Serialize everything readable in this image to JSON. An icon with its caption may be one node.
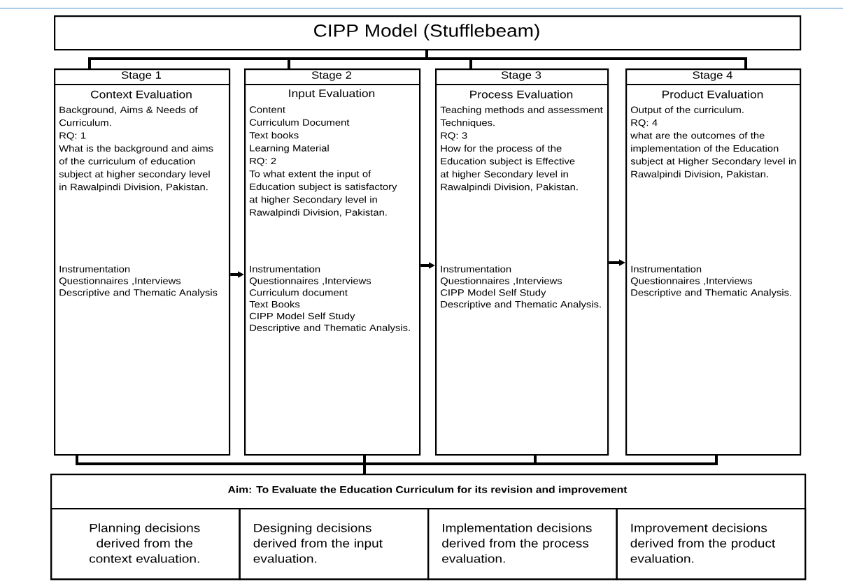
{
  "diagram": {
    "nodes": [
      {
        "text": [
          "CIPP Model (Stufflebeam)"
        ]
      },
      {
        "text": [
          "Stage 1",
          "Context Evaluation",
          "Background, Aims & Needs of Curriculum.",
          "RQ: 1",
          "What is the background and aims of the curriculum of education subject at higher secondary level in Rawalpindi Division, Pakistan.",
          "Instrumentation",
          "Questionnaires ,Interviews",
          "Descriptive and Thematic Analysis"
        ]
      },
      {
        "text": [
          "Stage 2",
          "Input Evaluation",
          "Content",
          "Curriculum Document",
          "Text books",
          "Learning Material",
          "RQ: 2",
          "To what extent the input of Education subject is satisfactory at higher Secondary level in Rawalpindi Division, Pakistan.",
          "Instrumentation",
          "Questionnaires ,Interviews",
          "Curriculum document",
          "Text Books",
          "CIPP Model Self Study",
          "Descriptive and Thematic Analysis."
        ]
      },
      {
        "text": [
          "Stage 3",
          "Process Evaluation",
          "Teaching methods and assessment Techniques.",
          "RQ: 3",
          "How for the process of the Education subject is Effective at higher Secondary level in Rawalpindi Division, Pakistan.",
          "Instrumentation",
          "Questionnaires ,Interviews",
          "CIPP Model Self Study",
          "Descriptive and Thematic Analysis."
        ]
      },
      {
        "text": [
          "Stage 4",
          "Product Evaluation",
          "Output of the curriculum.",
          "RQ: 4",
          "what are the outcomes of the implementation of the Education subject at Higher Secondary level in Rawalpindi Division, Pakistan.",
          "Instrumentation",
          "Questionnaires ,Interviews",
          "Descriptive and Thematic Analysis."
        ]
      },
      {
        "text": [
          "Aim: To Evaluate the Education Curriculum for its revision and improvement"
        ]
      },
      {
        "text": [
          "Planning decisions derived from the context evaluation."
        ],
        "in": 5
      },
      {
        "text": [
          "Designing decisions derived from the input evaluation."
        ],
        "in": 5
      },
      {
        "text": [
          "Implementation decisions derived from the process evaluation."
        ],
        "in": 5
      },
      {
        "text": [
          "Improvement decisions derived from the product evaluation."
        ],
        "in": 5
      }
    ],
    "edges": [
      {
        "from": 0,
        "to": 1,
        "arrow": "none"
      },
      {
        "from": 0,
        "to": 2,
        "arrow": "none"
      },
      {
        "from": 0,
        "to": 3,
        "arrow": "none"
      },
      {
        "from": 0,
        "to": 4,
        "arrow": "none"
      },
      {
        "from": 1,
        "to": 2,
        "arrow": "to"
      },
      {
        "from": 2,
        "to": 3,
        "arrow": "to"
      },
      {
        "from": 3,
        "to": 4,
        "arrow": "to"
      },
      {
        "from": 1,
        "to": 5,
        "arrow": "none"
      },
      {
        "from": 2,
        "to": 5,
        "arrow": "none"
      },
      {
        "from": 3,
        "to": 5,
        "arrow": "none"
      },
      {
        "from": 4,
        "to": 5,
        "arrow": "none"
      }
    ]
  }
}
